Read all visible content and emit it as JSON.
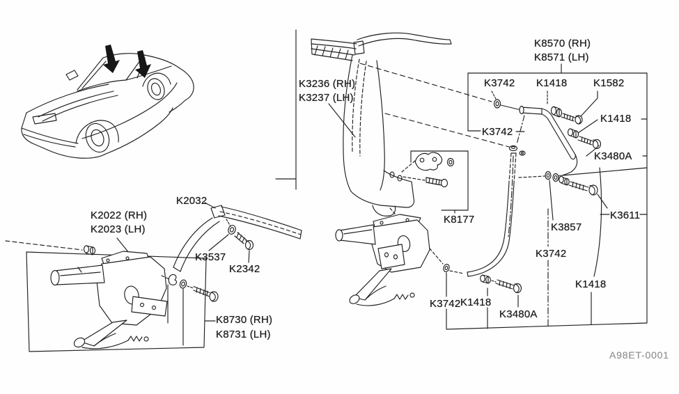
{
  "figure": {
    "type": "exploded-parts-diagram",
    "line_color": "#1f1f1f",
    "background": "#fefefe",
    "code_text_color": "#8f8f8f"
  },
  "labels": {
    "k8570_rh": "K8570 (RH)",
    "k8571_lh": "K8571 (LH)",
    "k3742_box": "K3742",
    "k1418_box": "K1418",
    "k1582": "K1582",
    "k1418_right": "K1418",
    "k3480a_right": "K3480A",
    "k3742_guide": "K3742",
    "k3236_rh": "K3236 (RH)",
    "k3237_lh": "K3237 (LH)",
    "k8177": "K8177",
    "k3857": "K3857",
    "k3611": "K3611",
    "k3742_mid": "K3742",
    "k1418_mid": "K1418",
    "k3742_bottom": "K3742",
    "k1418_bottom": "K1418",
    "k3480a_bottom": "K3480A",
    "k2022_rh": "K2022 (RH)",
    "k2023_lh": "K2023 (LH)",
    "k2032": "K2032",
    "k3537": "K3537",
    "k2342": "K2342",
    "k8730_rh": "K8730 (RH)",
    "k8731_lh": "K8731 (LH)"
  },
  "footer": {
    "diagram_code": "A98ET-0001"
  }
}
